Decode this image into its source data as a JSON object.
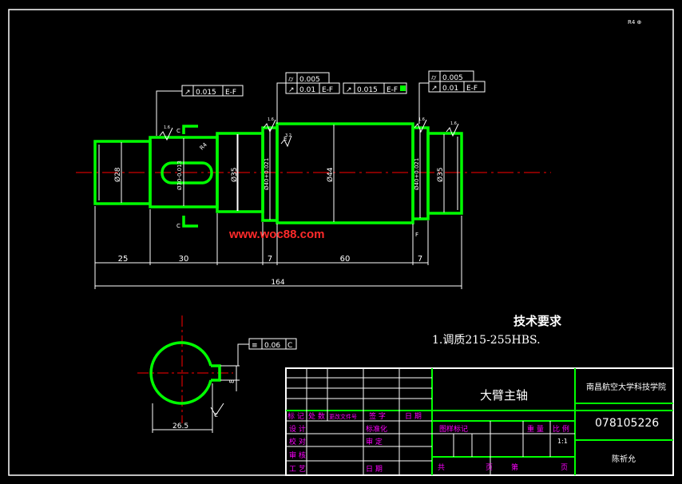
{
  "drawing": {
    "corner_mark": "R4 ⊕",
    "dims": {
      "d28": "Ø28",
      "d30": "Ø30-0.013",
      "d35a": "Ø35",
      "d40a": "Ø40+0.021",
      "d44": "Ø44",
      "d40b": "Ø40+0.021",
      "d35b": "Ø35",
      "len25": "25",
      "len30": "30",
      "len7a": "7",
      "len60": "60",
      "len7b": "7",
      "total": "164",
      "sec_w": "26.5",
      "sec_d": "8",
      "r4": "R4"
    },
    "tolerances": {
      "t1": {
        "sym": "↗",
        "val": "0.015",
        "ref": "E-F"
      },
      "t2a": {
        "sym": "⌭",
        "val": "0.005",
        "ref": ""
      },
      "t2b": {
        "sym": "↗",
        "val": "0.01",
        "ref": "E-F"
      },
      "t3": {
        "sym": "↗",
        "val": "0.015",
        "ref": "E-F"
      },
      "t4a": {
        "sym": "⌭",
        "val": "0.005",
        "ref": ""
      },
      "t4b": {
        "sym": "↗",
        "val": "0.01",
        "ref": "E-F"
      },
      "t5": {
        "sym": "≡",
        "val": "0.06",
        "ref": "C"
      }
    },
    "datum_letters": {
      "c1": "C",
      "c2": "C",
      "e": "E",
      "f": "F",
      "c3": "C"
    },
    "surface_marks": {
      "s1": "1.6",
      "s2": "1.6",
      "s3": "3.2",
      "s4": "1.6",
      "s5": "1.6"
    }
  },
  "watermark": "www.woc88.com",
  "tech_req": {
    "title": "技术要求",
    "item1": "1.调质215-255HBS."
  },
  "title_block": {
    "part_name": "大臂主轴",
    "institution": "南昌航空大学科技学院",
    "drawing_no": "078105226",
    "author": "陈祈允",
    "r_mark": "标 记",
    "r_count": "处 数",
    "r_zone": "更改文件号",
    "r_sign": "签 字",
    "r_date": "日 期",
    "r_design": "设 计",
    "r_std": "标准化",
    "r_check": "校 对",
    "r_review": "审 定",
    "r_audit": "审 核",
    "r_proc": "工 艺",
    "r_pdate": "日 期",
    "r_stage": "图样标记",
    "r_weight": "重 量",
    "r_scale": "比 例",
    "r_scale_val": "1:1",
    "r_total": "共",
    "r_sheet": "页",
    "r_no": "第",
    "r_sheet2": "页"
  },
  "colors": {
    "background": "#000000",
    "outline": "#00ff00",
    "lines": "#ffffff",
    "center": "#ff0000",
    "labels": "#ff00ff",
    "watermark": "#ff2a2a"
  }
}
